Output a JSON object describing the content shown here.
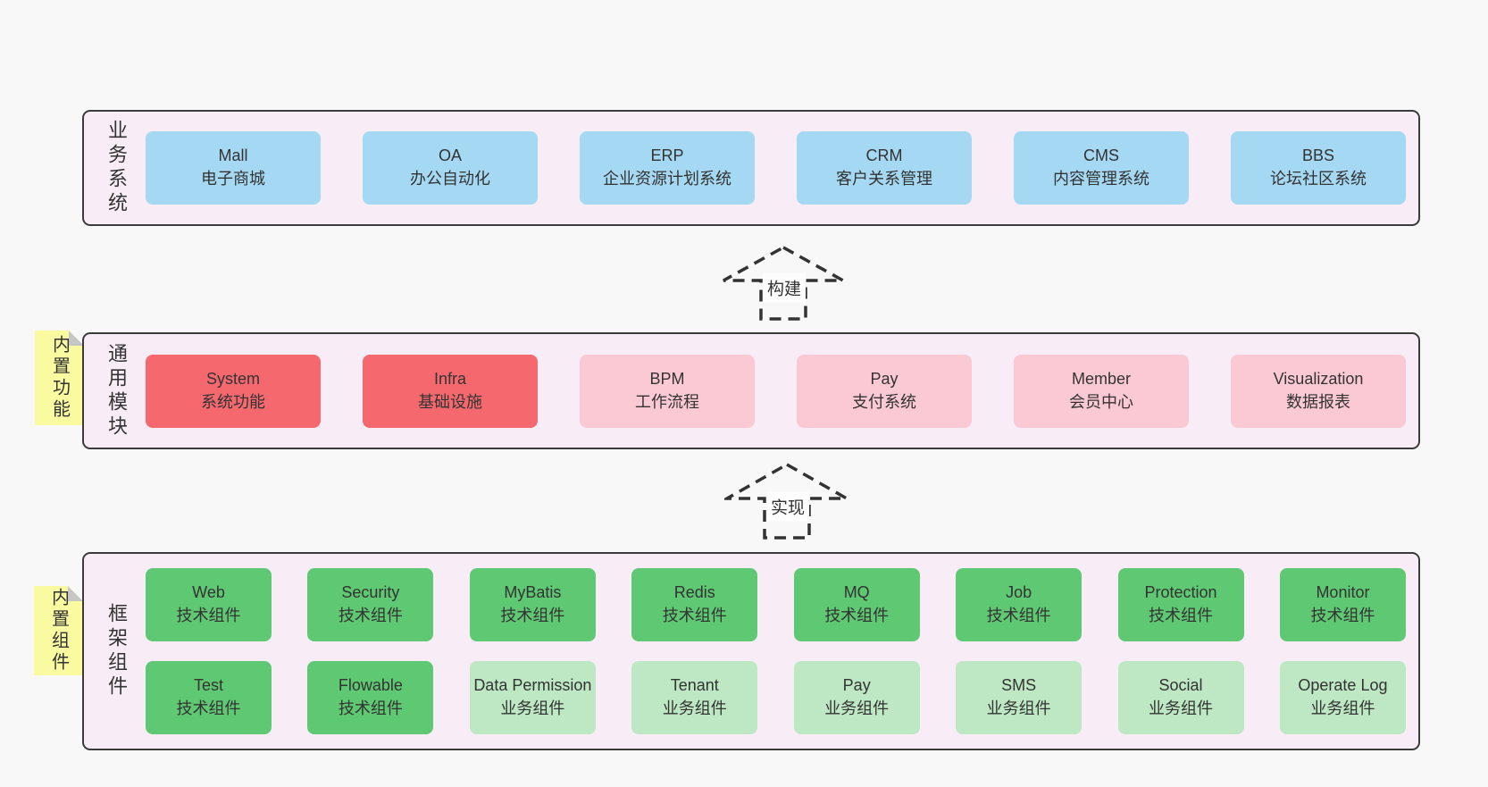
{
  "colors": {
    "page_bg": "#f8f8f8",
    "panel_bg": "#f8ecf6",
    "panel_border": "#3b3b3b",
    "box_blue": "#a5d8f3",
    "box_red": "#f5696e",
    "box_pink": "#fac9d3",
    "box_green": "#5fc873",
    "box_green_light": "#bde8c3",
    "tab_yellow": "#fafaa0",
    "fold_gray": "#c6c6c6",
    "text": "#333333",
    "arrow_stroke": "#333333"
  },
  "business": {
    "label": "业务系统",
    "boxes": [
      {
        "en": "Mall",
        "zh": "电子商城"
      },
      {
        "en": "OA",
        "zh": "办公自动化"
      },
      {
        "en": "ERP",
        "zh": "企业资源计划系统"
      },
      {
        "en": "CRM",
        "zh": "客户关系管理"
      },
      {
        "en": "CMS",
        "zh": "内容管理系统"
      },
      {
        "en": "BBS",
        "zh": "论坛社区系统"
      }
    ]
  },
  "modules": {
    "label": "通用模块",
    "tab": "内置功能",
    "boxes": [
      {
        "en": "System",
        "zh": "系统功能"
      },
      {
        "en": "Infra",
        "zh": "基础设施"
      },
      {
        "en": "BPM",
        "zh": "工作流程"
      },
      {
        "en": "Pay",
        "zh": "支付系统"
      },
      {
        "en": "Member",
        "zh": "会员中心"
      },
      {
        "en": "Visualization",
        "zh": "数据报表"
      }
    ]
  },
  "framework": {
    "label": "框架组件",
    "tab": "内置组件",
    "row1": [
      {
        "en": "Web",
        "zh": "技术组件"
      },
      {
        "en": "Security",
        "zh": "技术组件"
      },
      {
        "en": "MyBatis",
        "zh": "技术组件"
      },
      {
        "en": "Redis",
        "zh": "技术组件"
      },
      {
        "en": "MQ",
        "zh": "技术组件"
      },
      {
        "en": "Job",
        "zh": "技术组件"
      },
      {
        "en": "Protection",
        "zh": "技术组件"
      },
      {
        "en": "Monitor",
        "zh": "技术组件"
      }
    ],
    "row2": [
      {
        "en": "Test",
        "zh": "技术组件"
      },
      {
        "en": "Flowable",
        "zh": "技术组件"
      },
      {
        "en": "Data Permission",
        "zh": "业务组件"
      },
      {
        "en": "Tenant",
        "zh": "业务组件"
      },
      {
        "en": "Pay",
        "zh": "业务组件"
      },
      {
        "en": "SMS",
        "zh": "业务组件"
      },
      {
        "en": "Social",
        "zh": "业务组件"
      },
      {
        "en": "Operate Log",
        "zh": "业务组件"
      }
    ]
  },
  "arrows": {
    "build": "构建",
    "implement": "实现"
  }
}
